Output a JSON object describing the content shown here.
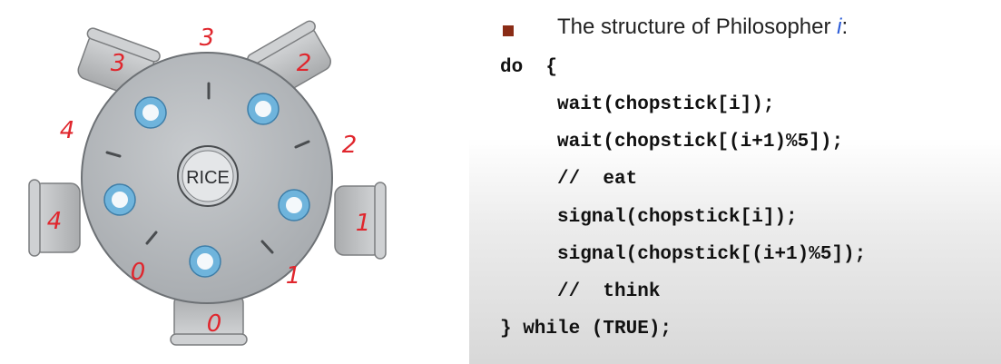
{
  "diagram": {
    "center_label": "RICE",
    "seat_labels": [
      "0",
      "1",
      "2",
      "3",
      "4"
    ],
    "position_labels": [
      "0",
      "1",
      "2",
      "3",
      "4"
    ],
    "colors": {
      "table": "#b4b8bc",
      "bowl": "#6fb4dc",
      "chair": "#c0c2c4",
      "handwriting": "#e0262d"
    }
  },
  "code": {
    "title_prefix": "The structure of Philosopher ",
    "title_var": "i",
    "title_suffix": ":",
    "lines": [
      "do  {",
      "wait(chopstick[i]);",
      "wait(chopstick[(i+1)%5]);",
      "//  eat",
      "signal(chopstick[i]);",
      "signal(chopstick[(i+1)%5]);",
      "//  think",
      "} while (TRUE);"
    ]
  }
}
